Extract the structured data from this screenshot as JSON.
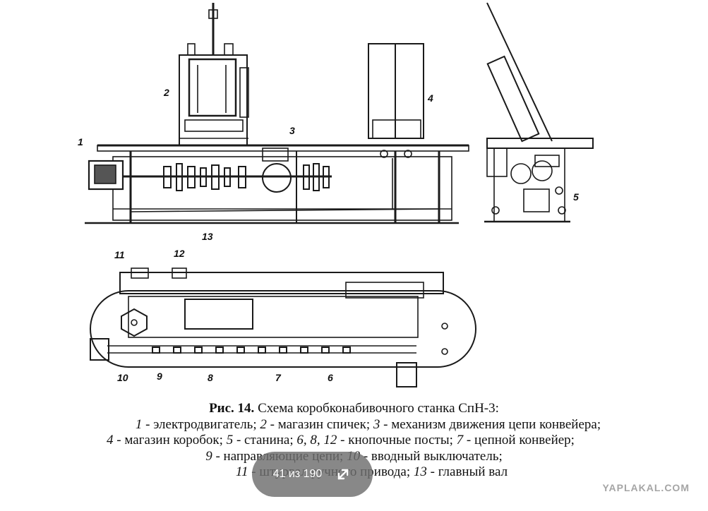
{
  "figure": {
    "part_labels": [
      "1",
      "2",
      "3",
      "4",
      "5",
      "13",
      "11",
      "12",
      "10",
      "9",
      "8",
      "7",
      "6"
    ]
  },
  "caption": {
    "title_bold": "Рис. 14.",
    "title_rest": " Схема коробконабивочного станка СпН-3:",
    "items": [
      {
        "num": "1",
        "text": " - электродвигатель; "
      },
      {
        "num": "2",
        "text": " - магазин спичек; "
      },
      {
        "num": "3",
        "text": " - механизм движения цепи конвейера;"
      },
      {
        "num": "4",
        "text": " - магазин коробок; "
      },
      {
        "num": "5",
        "text": " - станина; "
      },
      {
        "num": "6, 8, 12",
        "text": " - кнопочные посты; "
      },
      {
        "num": "7",
        "text": " - цепной конвейер;"
      },
      {
        "num": "9",
        "text": " - направляющие цепи; "
      },
      {
        "num": "10",
        "text": " - вводный выключатель;"
      },
      {
        "num": "11",
        "text": " - штурвал ручного привода; "
      },
      {
        "num": "13",
        "text": " - главный вал"
      }
    ]
  },
  "pager": {
    "label": "41 из 190",
    "icon": "expand-icon"
  },
  "watermark": "YAPLAKAL.COM"
}
